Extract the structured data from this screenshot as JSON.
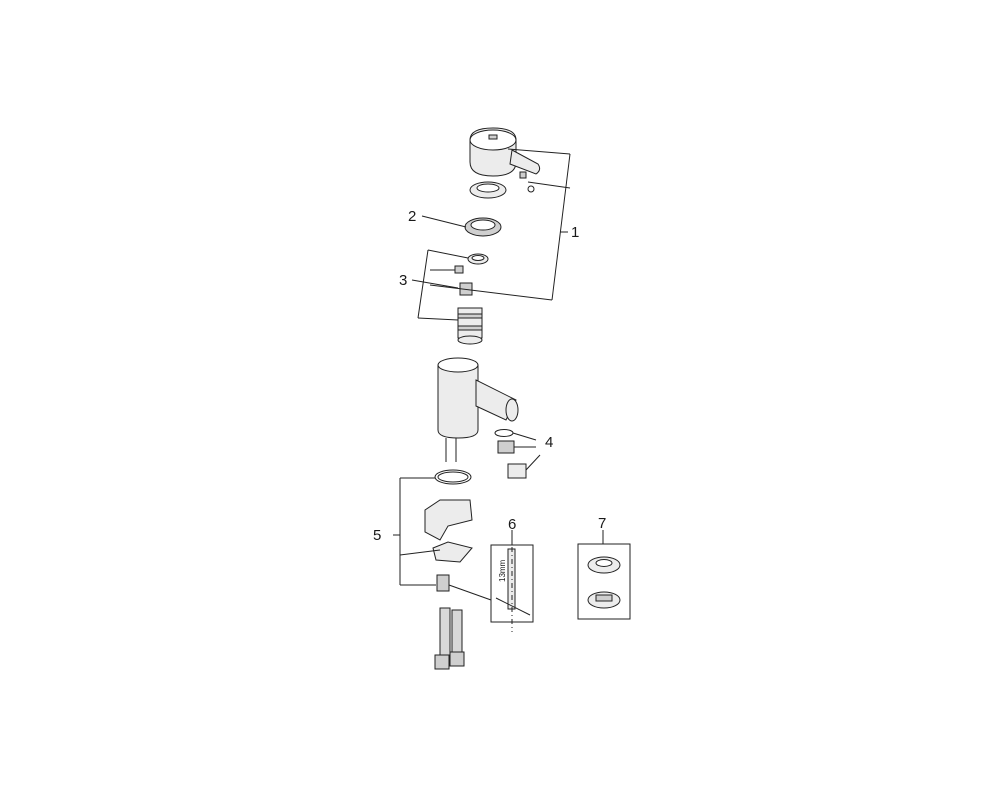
{
  "diagram": {
    "callouts": {
      "c1": "1",
      "c2": "2",
      "c3": "3",
      "c4": "4",
      "c5": "5",
      "c6": "6",
      "c7": "7"
    },
    "tool_label": "13mm",
    "colors": {
      "line": "#222222",
      "background": "#ffffff",
      "shade": "#cfcfcf"
    }
  }
}
